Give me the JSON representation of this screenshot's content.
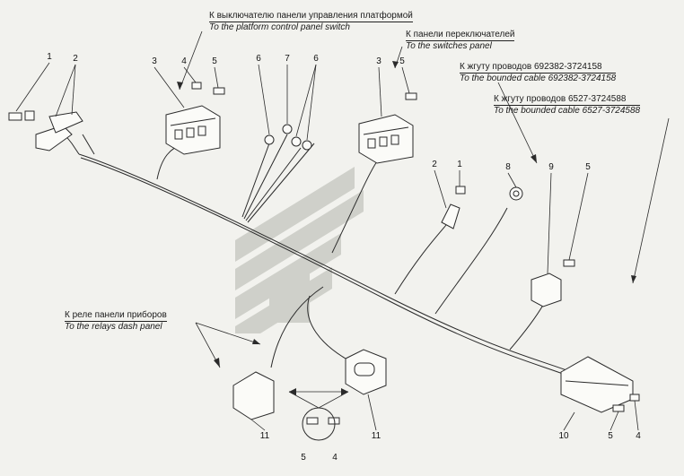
{
  "captions": {
    "platform_switch": {
      "ru": "К выключателю панели управления платформой",
      "en": "To the platform control panel switch"
    },
    "switches_panel": {
      "ru": "К панели переключателей",
      "en": "To the switches panel"
    },
    "cable_692382": {
      "ru": "К жгуту проводов 692382-3724158",
      "en": "To the bounded cable 692382-3724158"
    },
    "cable_6527": {
      "ru": "К жгуту проводов 6527-3724588",
      "en": "To the bounded cable 6527-3724588"
    },
    "relays_panel": {
      "ru": "К реле панели приборов",
      "en": "To the relays dash panel"
    }
  },
  "callouts": {
    "n1a": "1",
    "n2a": "2",
    "n3a": "3",
    "n4a": "4",
    "n5a": "5",
    "n6a": "6",
    "n7a": "7",
    "n6b": "6",
    "n3b": "3",
    "n5b": "5",
    "n8": "8",
    "n9": "9",
    "n5c": "5",
    "n2b": "2",
    "n1b": "1",
    "n11a": "11",
    "n5d": "5",
    "n4b": "4",
    "n11b": "11",
    "n10": "10",
    "n5e": "5",
    "n4c": "4"
  },
  "colors": {
    "line": "#2a2a2a",
    "logo": "#c9cbc4",
    "background": "#f2f2ee"
  }
}
